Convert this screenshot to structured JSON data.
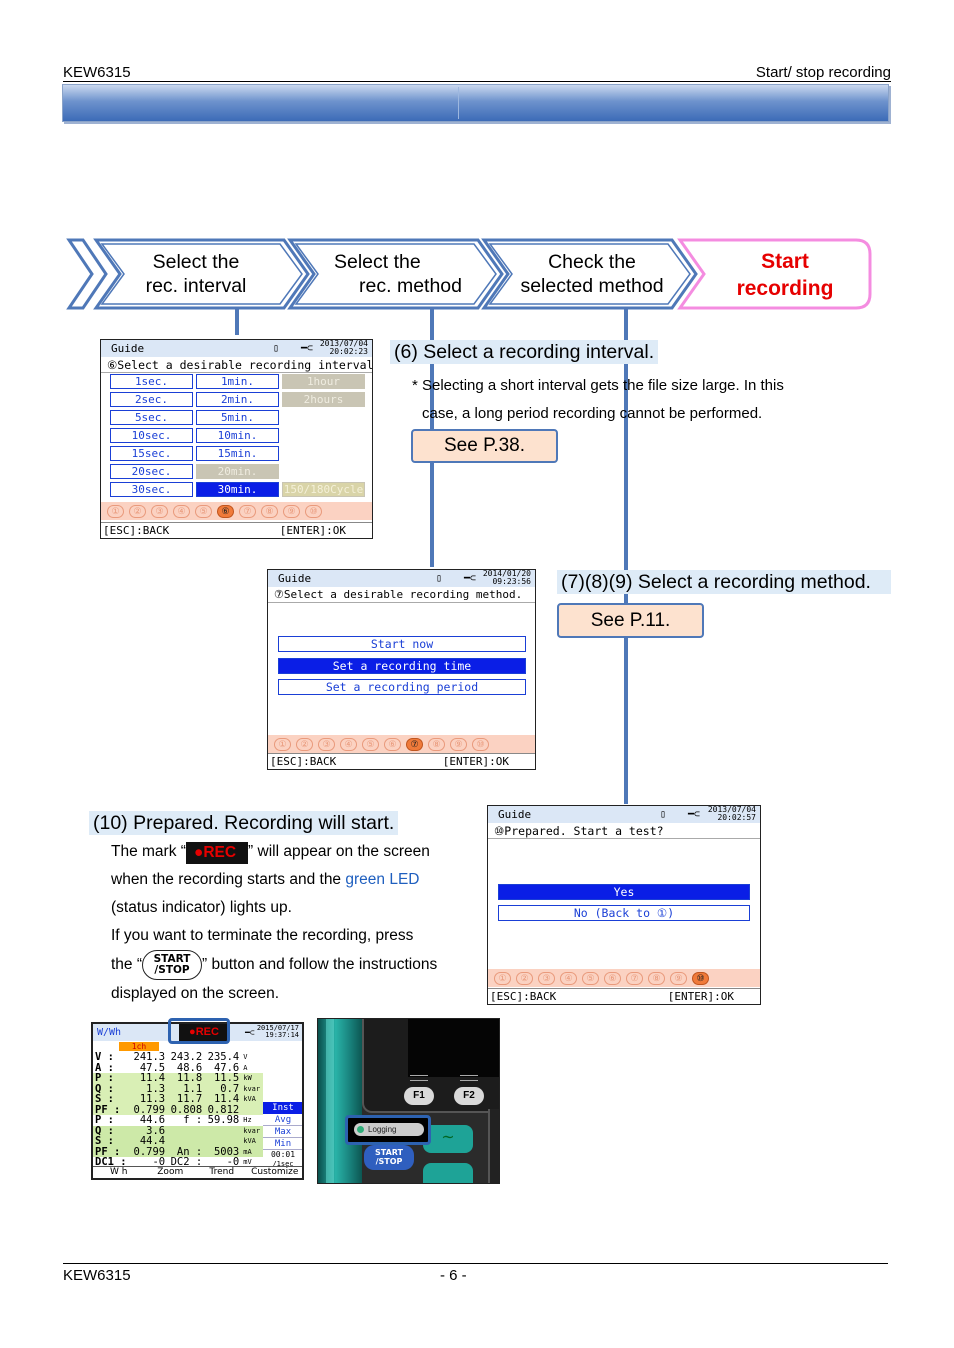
{
  "header": {
    "left": "KEW6315",
    "right": "Start/ stop recording"
  },
  "flow": {
    "steps": [
      {
        "line1": "Select the",
        "line2": "rec. interval"
      },
      {
        "line1": "Select the",
        "line2": "rec. method"
      },
      {
        "line1": "Check the",
        "line2": "selected method"
      },
      {
        "line1": "Start",
        "line2": "recording"
      }
    ],
    "colors": {
      "blue_chevron": "#4f78b8",
      "pink_chevron": "#f48ce0",
      "accent_red": "#e60000"
    }
  },
  "screen1": {
    "title": "Guide",
    "datetime_line1": "2013/07/04",
    "datetime_line2": "20:02:23",
    "subtitle": "⑥Select a desirable recording interval.",
    "col1": [
      "1sec.",
      "2sec.",
      "5sec.",
      "10sec.",
      "15sec.",
      "20sec.",
      "30sec."
    ],
    "col2": [
      "1min.",
      "2min.",
      "5min.",
      "10min.",
      "15min.",
      "20min.",
      "30min."
    ],
    "col3": [
      "1hour",
      "2hours"
    ],
    "special": "150/180Cycle",
    "steps": [
      "①",
      "②",
      "③",
      "④",
      "⑤",
      "⑥",
      "⑦",
      "⑧",
      "⑨",
      "⑩"
    ],
    "active_step": "⑥",
    "back": "[ESC]:BACK",
    "ok": "[ENTER]:OK"
  },
  "section6": {
    "heading": "(6) Select a recording interval.",
    "note_line1": "* Selecting a short interval gets the file size large. In this",
    "note_line2": "case, a long period recording cannot be performed.",
    "see": "See P.38."
  },
  "screen2": {
    "title": "Guide",
    "datetime_line1": "2014/01/20",
    "datetime_line2": "09:23:56",
    "subtitle": "⑦Select a desirable recording method.",
    "options": [
      "Start now",
      "Set a recording time",
      "Set a recording period"
    ],
    "selected_option": "Set a recording time",
    "steps": [
      "①",
      "②",
      "③",
      "④",
      "⑤",
      "⑥",
      "⑦",
      "⑧",
      "⑨",
      "⑩"
    ],
    "active_step": "⑦",
    "back": "[ESC]:BACK",
    "ok": "[ENTER]:OK"
  },
  "section789": {
    "heading": "(7)(8)(9) Select a recording method.",
    "see": "See P.11."
  },
  "section10": {
    "heading": "(10) Prepared. Recording will start.",
    "line1_pre": "The mark “",
    "rec_label": "REC",
    "line1_post": "” will appear on the screen",
    "line2_pre": "when the recording starts and the ",
    "line2_green": "green LED",
    "line3": "(status indicator) lights up.",
    "line4": "If you want to terminate the recording, press",
    "line5_pre": "the “",
    "button_top": "START",
    "button_bottom": "/STOP",
    "line5_post": "” button and follow the instructions",
    "line6": "displayed on the screen."
  },
  "screen3": {
    "title": "Guide",
    "datetime_line1": "2013/07/04",
    "datetime_line2": "20:02:57",
    "subtitle": "⑩Prepared. Start a test?",
    "options": [
      "Yes",
      "No (Back to ①)"
    ],
    "selected_option": "Yes",
    "steps": [
      "①",
      "②",
      "③",
      "④",
      "⑤",
      "⑥",
      "⑦",
      "⑧",
      "⑨",
      "⑩"
    ],
    "active_step": "⑩",
    "back": "[ESC]:BACK",
    "ok": "[ENTER]:OK"
  },
  "screen4": {
    "title": "W/Wh",
    "rec": "REC",
    "datetime_line1": "2015/07/17",
    "datetime_line2": "19:37:14",
    "channel": "1ch",
    "rows": [
      {
        "k": "V :",
        "a": "241.3",
        "b": "243.2",
        "c": "235.4",
        "u": "V"
      },
      {
        "k": "A :",
        "a": "47.5",
        "b": "48.6",
        "c": "47.6",
        "u": "A"
      },
      {
        "k": "P :",
        "a": "11.4",
        "b": "11.8",
        "c": "11.5",
        "u": "kW"
      },
      {
        "k": "Q :",
        "a": "1.3",
        "b": "1.1",
        "c": "0.7",
        "u": "kvar"
      },
      {
        "k": "S :",
        "a": "11.3",
        "b": "11.7",
        "c": "11.4",
        "u": "kVA"
      },
      {
        "k": "PF :",
        "a": "0.799",
        "b": "0.808",
        "c": "0.812",
        "u": ""
      },
      {
        "k": "P :",
        "a": "44.6",
        "b": "f :",
        "c": "59.98",
        "u": "Hz"
      },
      {
        "k": "Q :",
        "a": "3.6",
        "b": "",
        "c": "",
        "u": "kvar"
      },
      {
        "k": "S :",
        "a": "44.4",
        "b": "",
        "c": "",
        "u": "kVA"
      },
      {
        "k": "PF :",
        "a": "0.799",
        "b": "An :",
        "c": "5003",
        "u": "mA"
      },
      {
        "k": "DC1 :",
        "a": "-0",
        "b": "DC2 :",
        "c": "-0",
        "u": "mV"
      }
    ],
    "side_menu": [
      "Inst",
      "Avg",
      "Max",
      "Min"
    ],
    "interval": "00:01",
    "interval_unit": "/1sec",
    "bottom": [
      "W h",
      "Zoom",
      "Trend",
      "Customize"
    ]
  },
  "device": {
    "f1": "F1",
    "f2": "F2",
    "led_label": "Logging",
    "start_stop_top": "START",
    "start_stop_bottom": "/STOP"
  },
  "footer": {
    "left": "KEW6315",
    "center": "- 6 -"
  }
}
